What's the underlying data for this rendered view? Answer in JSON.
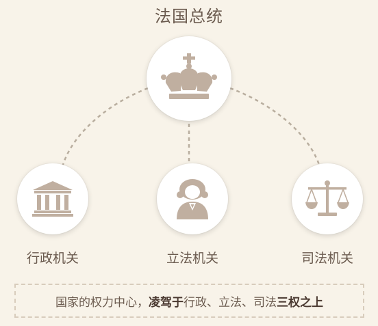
{
  "title": "法国总统",
  "branches": [
    {
      "label": "行政机关",
      "icon": "government-building-icon"
    },
    {
      "label": "立法机关",
      "icon": "legislator-figure-icon"
    },
    {
      "label": "司法机关",
      "icon": "justice-scales-icon"
    }
  ],
  "top_icon": "crown-icon",
  "summary": {
    "prefix": "国家的权力中心，",
    "emphasis1": "凌驾于",
    "middle": "行政、立法、司法",
    "emphasis2": "三权之上"
  },
  "colors": {
    "background": "#f8f3e9",
    "icon": "#c0afa0",
    "text": "#6b5b4f",
    "dash": "#b9ae9f"
  }
}
